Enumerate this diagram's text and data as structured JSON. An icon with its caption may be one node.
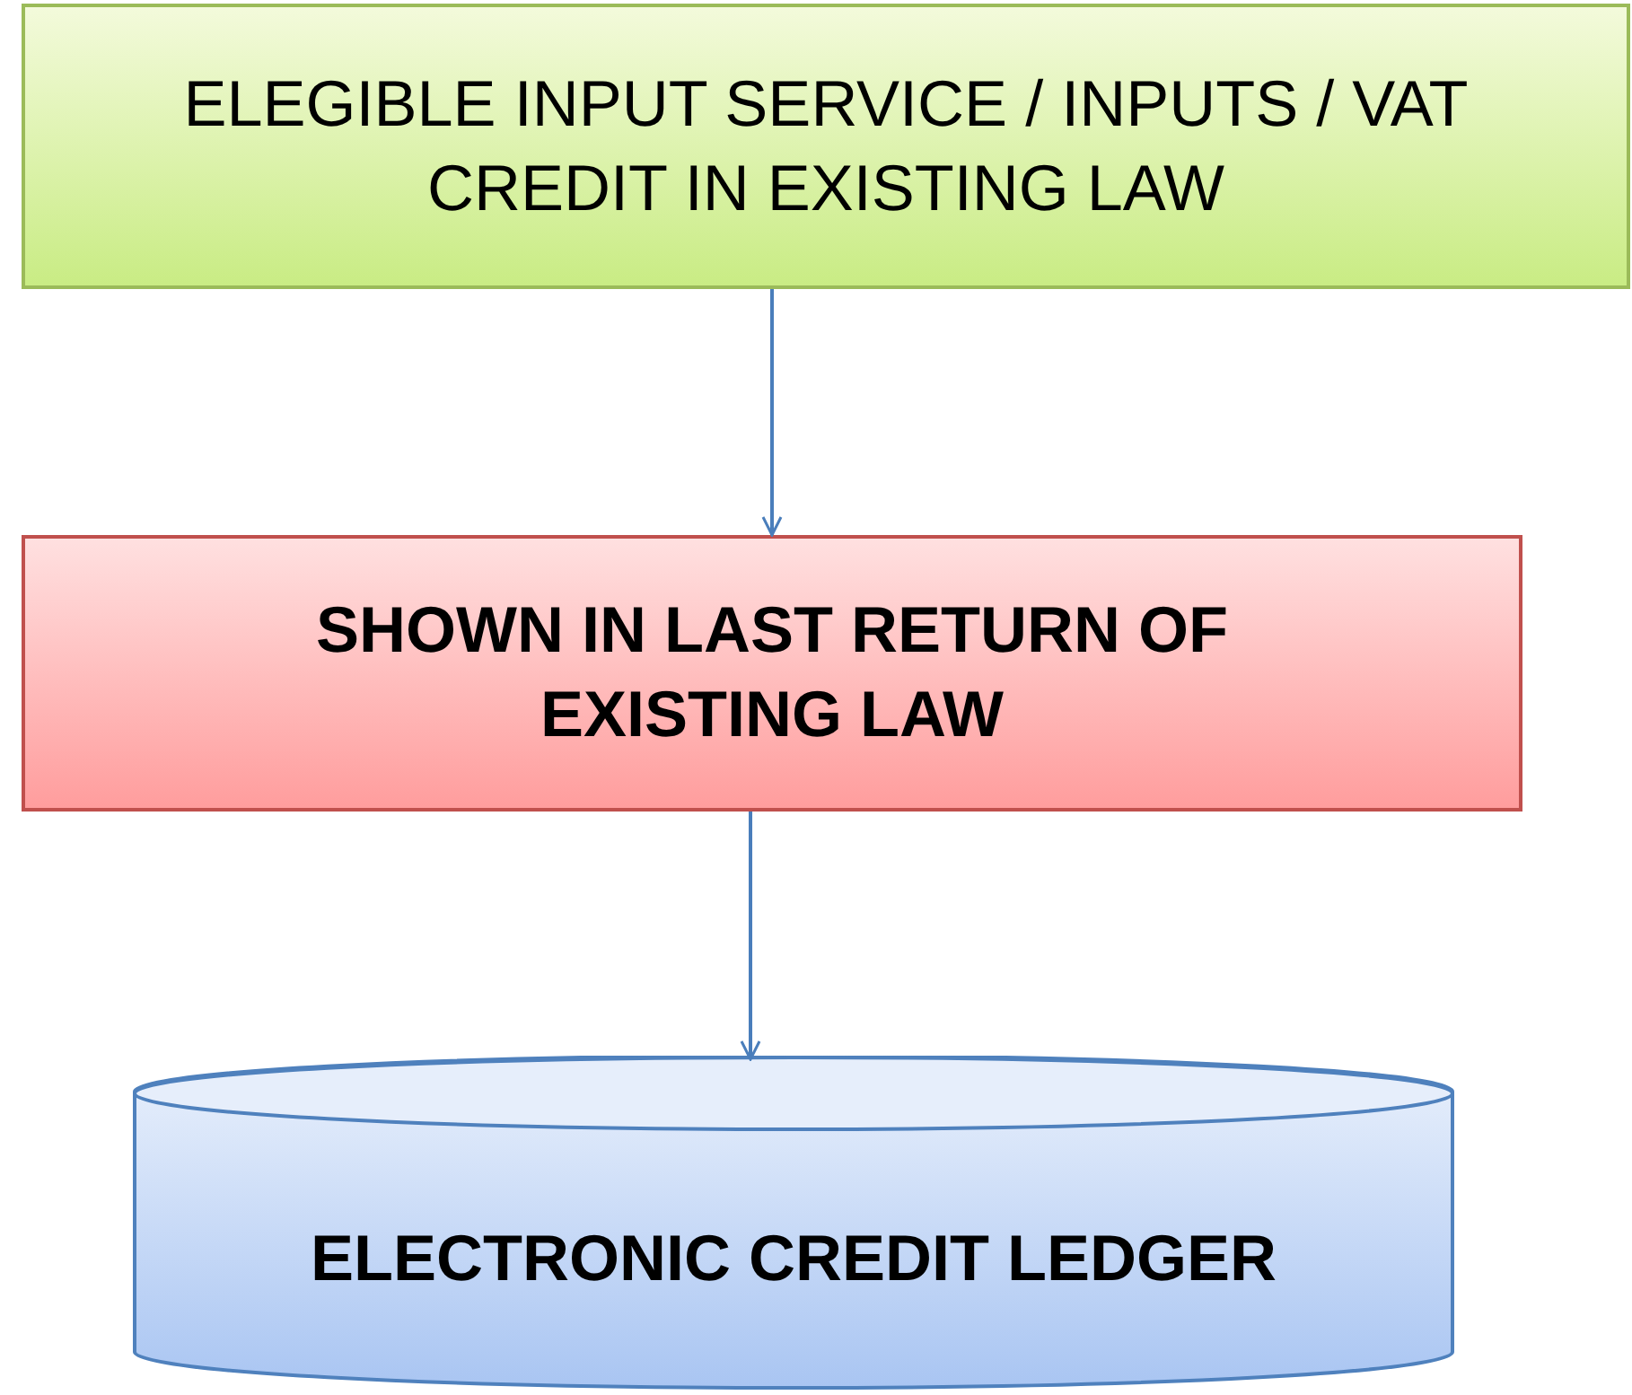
{
  "diagram": {
    "nodes": [
      {
        "text": [
          "ELEGIBLE INPUT SERVICE / INPUTS / VAT CREDIT IN EXISTING LAW"
        ]
      },
      {
        "text": [
          "SHOWN IN LAST RETURN OF EXISTING LAW"
        ]
      },
      {
        "text": [
          "ELECTRONIC CREDIT LEDGER"
        ]
      }
    ],
    "edges": [
      {
        "from": 0,
        "to": 1,
        "arrow": "to"
      },
      {
        "from": 1,
        "to": 2,
        "arrow": "to"
      }
    ]
  }
}
